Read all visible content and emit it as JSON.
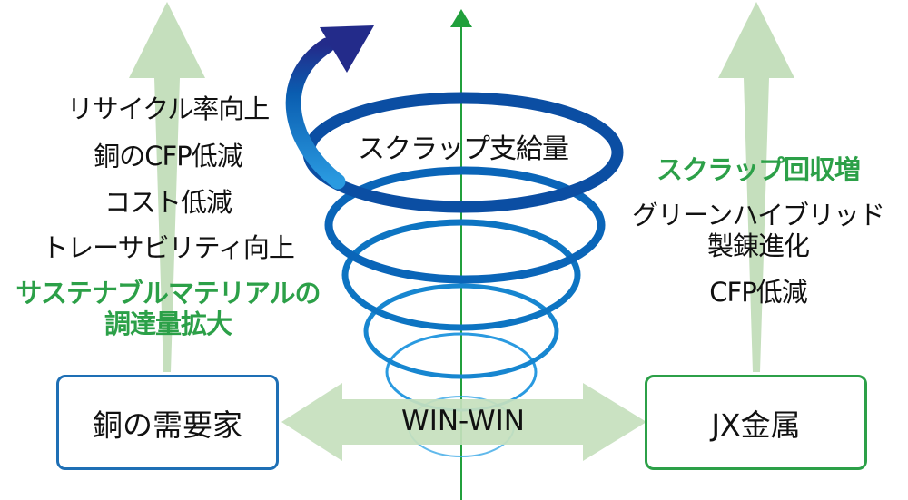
{
  "colors": {
    "arrow_fill": "#c5dfbd",
    "axis_green": "#21a03c",
    "spiral_dark": "#232b8a",
    "spiral_mid": "#0a5db0",
    "spiral_light": "#2a9ae0",
    "accent_green_text": "#2ca048",
    "left_box_border": "#1e6fb5",
    "right_box_border": "#2ca048"
  },
  "center": {
    "spiral_label": "スクラップ支給量",
    "win_arrow_label": "WIN-WIN"
  },
  "left": {
    "benefits": [
      "リサイクル率向上",
      "銅のCFP低減",
      "コスト低減",
      "トレーサビリティ向上"
    ],
    "highlight": [
      "サステナブルマテリアルの",
      "調達量拡大"
    ],
    "box_label": "銅の需要家"
  },
  "right": {
    "highlight": "スクラップ回収増",
    "benefits": [
      "グリーンハイブリッド",
      "製錬進化",
      "CFP低減"
    ],
    "box_label": "JX金属"
  }
}
